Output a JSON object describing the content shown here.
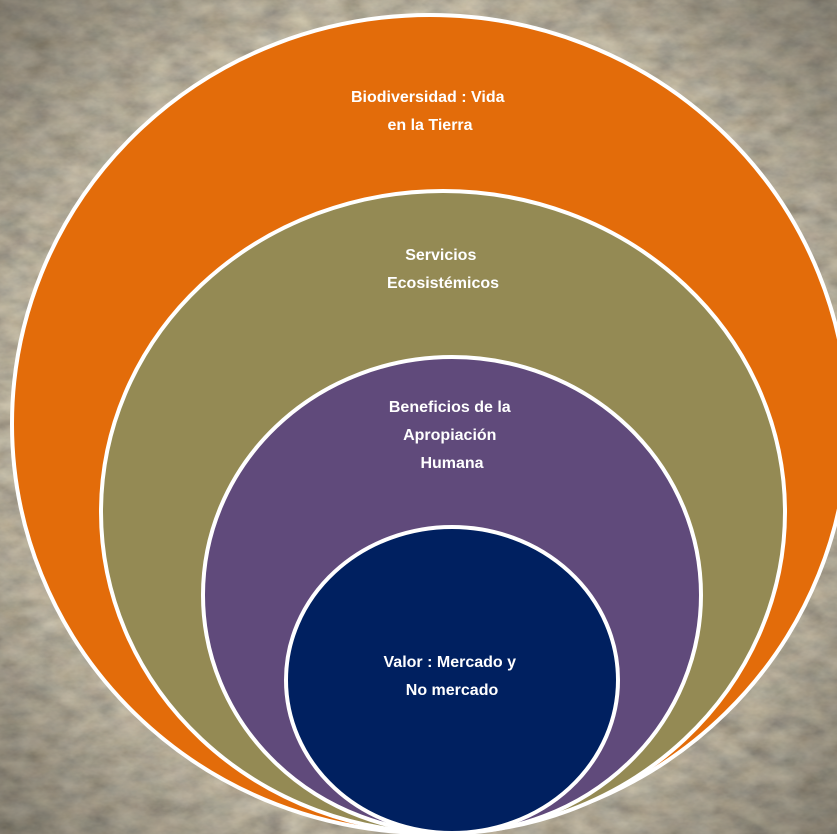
{
  "background": {
    "description_icon": "pebble-texture",
    "base_color": "#8a7f6a"
  },
  "rings": [
    {
      "id": "biodiversidad",
      "lines": [
        "Biodiversidad : Vida",
        "en la Tierra"
      ],
      "color": "#e36c0a"
    },
    {
      "id": "servicios",
      "lines": [
        "Servicios",
        "Ecosistémicos"
      ],
      "color": "#948a54"
    },
    {
      "id": "beneficios",
      "lines": [
        "Beneficios de la",
        "Apropiación",
        "Humana"
      ],
      "color": "#604a7b"
    },
    {
      "id": "valor",
      "lines": [
        "Valor : Mercado y",
        "No mercado"
      ],
      "color": "#002060"
    }
  ],
  "stroke_color": "#ffffff"
}
